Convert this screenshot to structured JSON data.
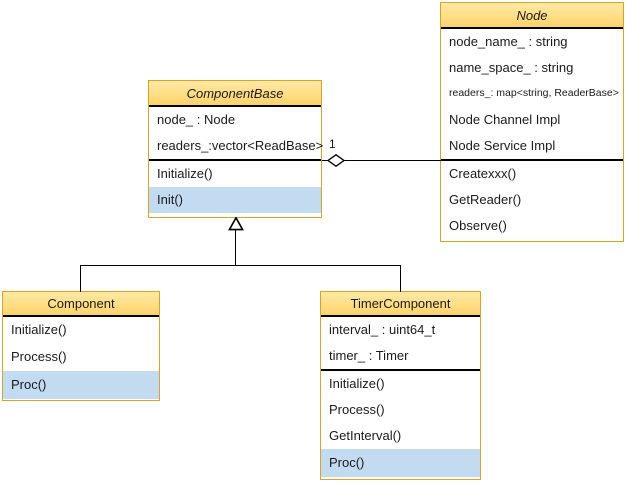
{
  "diagram": {
    "title": "UML class diagram",
    "colors": {
      "header_gold_light": "#FFE9A6",
      "header_gold_dark": "#FCD36A",
      "box_border": "#D9A520",
      "divider": "#000000",
      "highlight_row": "#C3DBF0",
      "background": "#FFFFFF"
    }
  },
  "classes": {
    "node": {
      "name": "Node",
      "abstract": true,
      "attributes": [
        {
          "text": "node_name_ : string",
          "small": false,
          "highlight": false
        },
        {
          "text": "name_space_ : string",
          "small": false,
          "highlight": false
        },
        {
          "text": "readers_: map<string, ReaderBase>",
          "small": true,
          "highlight": false
        },
        {
          "text": "Node Channel Impl",
          "small": false,
          "highlight": false
        },
        {
          "text": "Node Service Impl",
          "small": false,
          "highlight": false
        }
      ],
      "methods": [
        {
          "text": "Createxxx()",
          "small": false,
          "highlight": false
        },
        {
          "text": "GetReader()",
          "small": false,
          "highlight": false
        },
        {
          "text": "Observe()",
          "small": false,
          "highlight": false
        }
      ]
    },
    "component_base": {
      "name": "ComponentBase",
      "abstract": true,
      "attributes": [
        {
          "text": "node_ :  Node",
          "small": false,
          "highlight": false
        },
        {
          "text": "readers_:vector<ReadBase>",
          "small": false,
          "highlight": false
        }
      ],
      "methods": [
        {
          "text": "Initialize()",
          "small": false,
          "highlight": false
        },
        {
          "text": "Init()",
          "small": false,
          "highlight": true
        }
      ]
    },
    "component": {
      "name": "Component",
      "abstract": false,
      "attributes": [],
      "methods": [
        {
          "text": "Initialize()",
          "small": false,
          "highlight": false
        },
        {
          "text": "Process()",
          "small": false,
          "highlight": false
        },
        {
          "text": "Proc()",
          "small": false,
          "highlight": true
        }
      ]
    },
    "timer_component": {
      "name": "TimerComponent",
      "abstract": false,
      "attributes": [
        {
          "text": "interval_ : uint64_t",
          "small": false,
          "highlight": false
        },
        {
          "text": "timer_ :  Timer",
          "small": false,
          "highlight": false
        }
      ],
      "methods": [
        {
          "text": "Initialize()",
          "small": false,
          "highlight": false
        },
        {
          "text": "Process()",
          "small": false,
          "highlight": false
        },
        {
          "text": "GetInterval()",
          "small": false,
          "highlight": false
        },
        {
          "text": "Proc()",
          "small": false,
          "highlight": true
        }
      ]
    }
  },
  "relationships": {
    "aggregation": {
      "from": "ComponentBase",
      "to": "Node",
      "multiplicity": "1",
      "kind": "aggregation"
    },
    "generalizations": [
      {
        "from": "Component",
        "to": "ComponentBase",
        "kind": "inheritance"
      },
      {
        "from": "TimerComponent",
        "to": "ComponentBase",
        "kind": "inheritance"
      }
    ]
  }
}
